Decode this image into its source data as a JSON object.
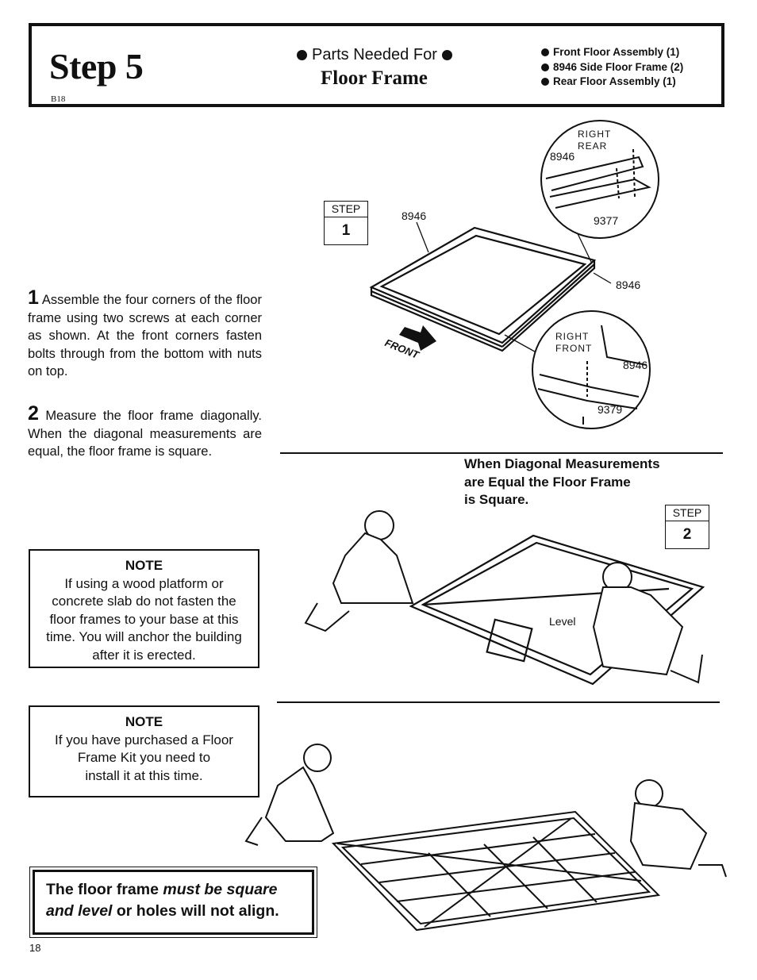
{
  "header": {
    "step_title": "Step 5",
    "code": "B18",
    "parts_needed_label": "Parts Needed For",
    "parts_needed_for": "Floor Frame",
    "parts": [
      "Front Floor Assembly (1)",
      "8946 Side Floor Frame (2)",
      "Rear Floor Assembly (1)"
    ]
  },
  "instructions": [
    {
      "num": "1",
      "text": "Assemble the four corners of the floor frame using two screws at each corner as shown. At the front corners fasten bolts through from the bottom with nuts on top."
    },
    {
      "num": "2",
      "text": "Measure the floor frame diagonally. When the diagonal measurements are equal, the floor frame is square."
    }
  ],
  "notes": [
    {
      "title": "NOTE",
      "lines": [
        "If using a wood platform or",
        "concrete slab do not fasten the",
        "floor frames to your base at this",
        "time. You will anchor the building",
        "after it is erected."
      ]
    },
    {
      "title": "NOTE",
      "lines": [
        "If you have purchased a Floor",
        "Frame Kit you need to",
        "install it at this time."
      ]
    }
  ],
  "figure1": {
    "step_label": "STEP",
    "step_num": "1",
    "part_left": "8946",
    "part_right": "8946",
    "front_label": "FRONT",
    "rear_detail": {
      "label_line1": "RIGHT",
      "label_line2": "REAR",
      "part_a": "8946",
      "part_b": "9377"
    },
    "front_detail": {
      "label_line1": "RIGHT",
      "label_line2": "FRONT",
      "part_a": "8946",
      "part_b": "9379"
    }
  },
  "figure2": {
    "caption_lines": [
      "When Diagonal Measurements",
      "are Equal the Floor Frame",
      "is Square."
    ],
    "step_label": "STEP",
    "step_num": "2",
    "level_label": "Level"
  },
  "warning": {
    "normal1": "The floor frame ",
    "emph1": "must be square",
    "emph2": "and level",
    "normal2": " or holes will not align."
  },
  "page_number": "18"
}
